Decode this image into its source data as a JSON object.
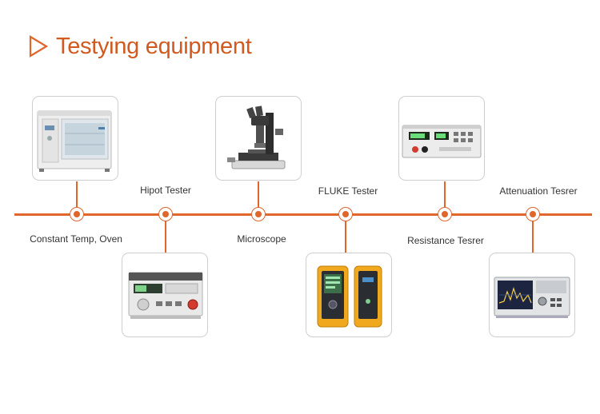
{
  "title": "Testying equipment",
  "accent_color": "#e0662c",
  "title_icon": "triangle-play-outline-icon",
  "equipment": [
    {
      "label": "Constant  Temp, Oven",
      "image": "oven-image"
    },
    {
      "label": "Hipot Tester",
      "image": "hipot-tester-image"
    },
    {
      "label": "Microscope",
      "image": "microscope-image"
    },
    {
      "label": "FLUKE Tester",
      "image": "fluke-tester-image"
    },
    {
      "label": "Resistance Tesrer",
      "image": "resistance-tester-image"
    },
    {
      "label": "Attenuation Tesrer",
      "image": "attenuation-tester-image"
    }
  ]
}
